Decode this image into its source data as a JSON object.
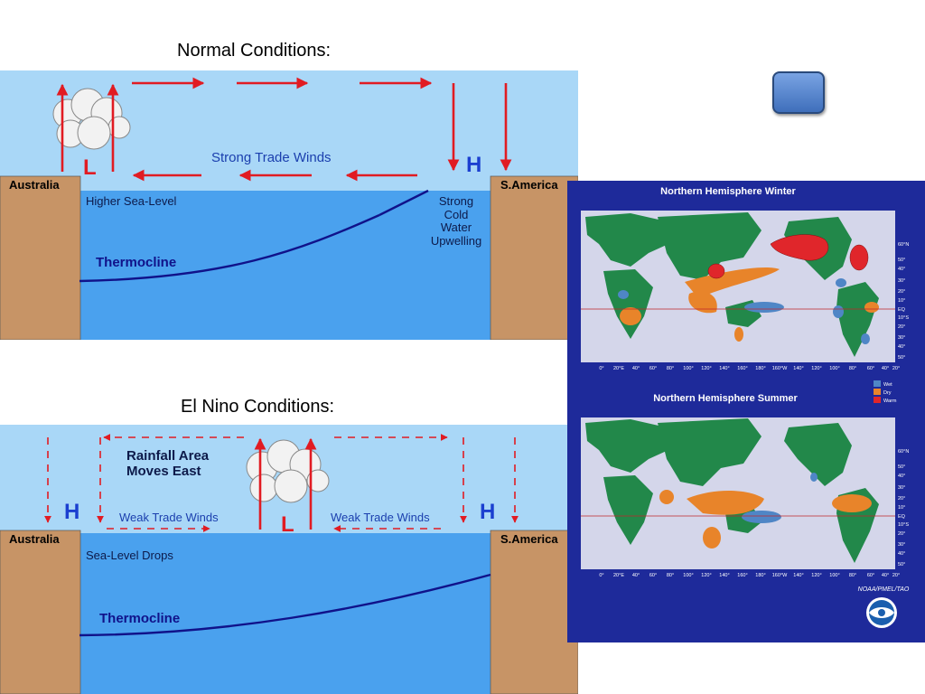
{
  "normal": {
    "title": "Normal Conditions:",
    "winds_label": "Strong Trade Winds",
    "sea_level_label": "Higher Sea-Level",
    "upwelling_label": [
      "Strong",
      "Cold",
      "Water",
      "Upwelling"
    ],
    "thermocline_label": "Thermocline",
    "left_land": "Australia",
    "right_land": "S.America",
    "low_marker": "L",
    "high_marker": "H"
  },
  "elnino": {
    "title": "El Nino Conditions:",
    "rainfall_label": [
      "Rainfall Area",
      "Moves East"
    ],
    "left_winds_label": "Weak Trade Winds",
    "right_winds_label": "Weak Trade Winds",
    "sea_level_label": "Sea-Level Drops",
    "thermocline_label": "Thermocline",
    "left_land": "Australia",
    "right_land": "S.America",
    "low_marker": "L",
    "high_left_marker": "H",
    "high_right_marker": "H"
  },
  "maps": {
    "winter_title": "Northern Hemisphere Winter",
    "summer_title": "Northern Hemisphere Summer",
    "lat_labels": [
      "60°N",
      "50°",
      "40°",
      "30°",
      "20°",
      "10°",
      "EQ",
      "10°S",
      "20°",
      "30°",
      "40°",
      "50°"
    ],
    "lon_labels": [
      "0°",
      "20°E",
      "40°",
      "60°",
      "80°",
      "100°",
      "120°",
      "140°",
      "160°",
      "180°",
      "160°W",
      "140°",
      "120°",
      "100°",
      "80°",
      "60°",
      "40°",
      "20°"
    ],
    "legend": [
      {
        "label": "Wet",
        "color": "#4f86c6"
      },
      {
        "label": "Dry",
        "color": "#e8842a"
      },
      {
        "label": "Warm",
        "color": "#e0262b"
      }
    ],
    "credit": "NOAA/PMEL/TAO",
    "colors": {
      "ocean": "#d4d6ea",
      "land": "#22884a",
      "frame": "#1e2a9a"
    }
  },
  "colors": {
    "sky": "#a9d7f7",
    "sea": "#4aa1ee",
    "land": "#c79466",
    "arrow": "#e11b22"
  }
}
